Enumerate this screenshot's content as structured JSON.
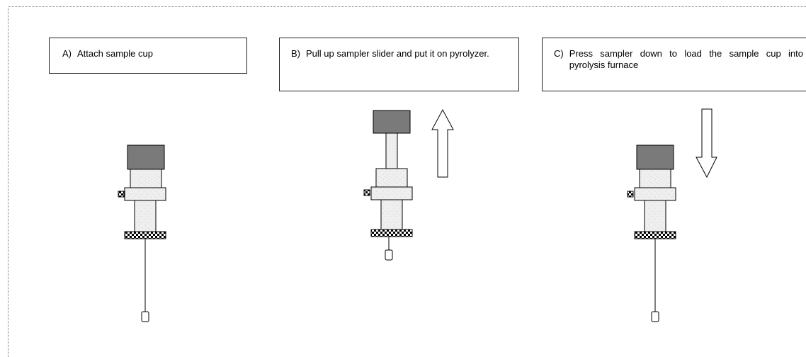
{
  "steps": [
    {
      "letter": "A)",
      "text": "Attach sample cup"
    },
    {
      "letter": "B)",
      "text": "Pull up sampler slider and put it on pyrolyzer."
    },
    {
      "letter": "C)",
      "text": "Press sampler down to load the sample cup into pyrolysis furnace"
    }
  ],
  "colors": {
    "cap": "#7a7a7a",
    "body_fill": "#ececec",
    "outline": "#000000",
    "checker_dark": "#000000",
    "checker_light": "#ffffff"
  },
  "arrows": [
    {
      "step": "B",
      "direction": "up"
    },
    {
      "step": "C",
      "direction": "down"
    }
  ]
}
